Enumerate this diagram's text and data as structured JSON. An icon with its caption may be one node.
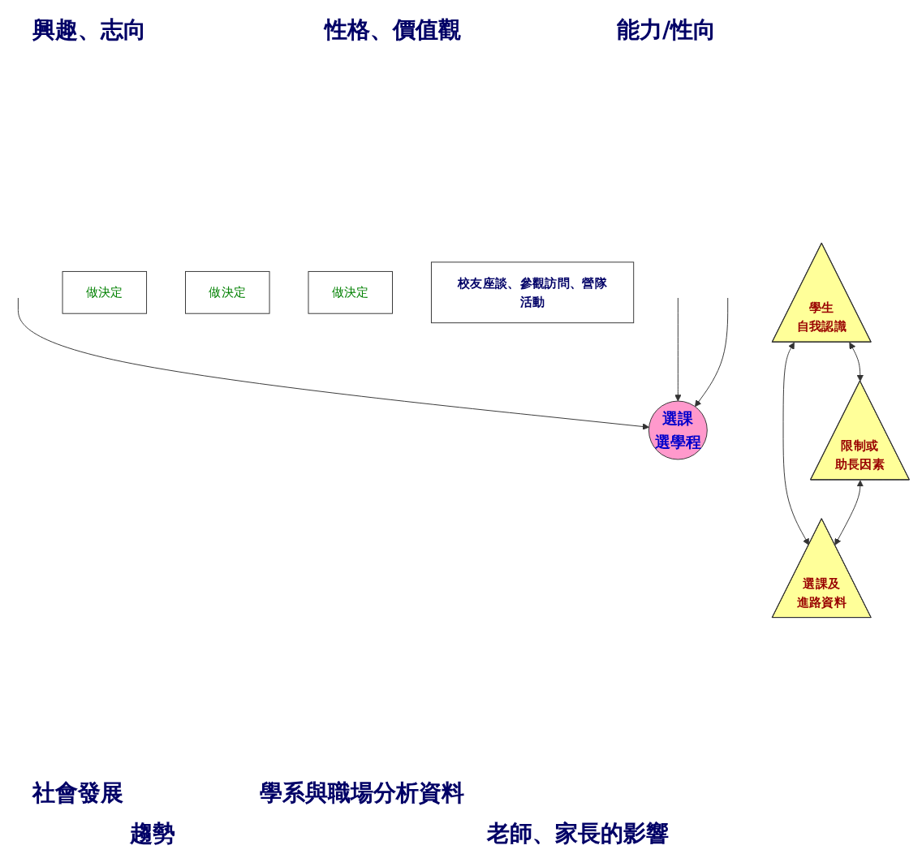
{
  "diagram": {
    "nodes": [
      {
        "text": [
          "學生",
          "自我認識"
        ]
      },
      {
        "text": [
          "做決定"
        ]
      },
      {
        "text": [
          "選課",
          "選學程"
        ]
      },
      {
        "text": [
          "做決定"
        ]
      },
      {
        "text": [
          "限制或",
          "助長因素"
        ]
      },
      {
        "text": [
          "做決定"
        ]
      },
      {
        "text": [
          "選課及",
          "進路資料"
        ]
      },
      {
        "text": [
          "校友座談、參觀訪問、營隊活動"
        ]
      }
    ],
    "edges": [
      {
        "from": 0,
        "to": 4,
        "arrow": "both"
      },
      {
        "from": 0,
        "to": 6,
        "arrow": "both"
      },
      {
        "from": 4,
        "to": 6,
        "arrow": "both"
      },
      {
        "from": null,
        "to": 2,
        "arrow": "to"
      },
      {
        "from": null,
        "to": 2,
        "arrow": "to"
      },
      {
        "from": null,
        "to": 2,
        "arrow": "to"
      }
    ],
    "labels": [
      "興趣、志向",
      "性格、價值觀",
      "能力/性向",
      "社會發展",
      "學系與職場分析資料",
      "趨勢",
      "老師、家長的影響"
    ]
  }
}
